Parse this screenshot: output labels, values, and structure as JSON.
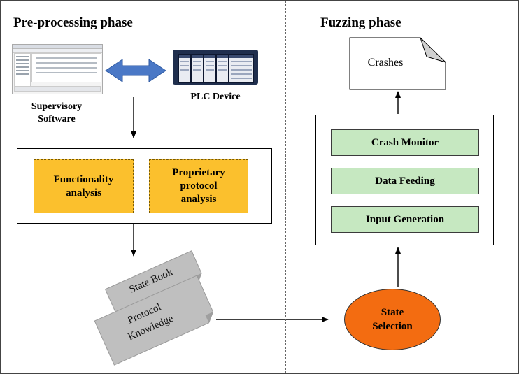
{
  "diagram": {
    "left_phase": {
      "title": "Pre-processing phase",
      "supervisory_label_line1": "Supervisory",
      "supervisory_label_line2": "Software",
      "plc_label": "PLC Device",
      "analysis_boxes": [
        {
          "line1": "Functionality",
          "line2": "analysis"
        },
        {
          "line1": "Proprietary",
          "line2": "protocol",
          "line3": "analysis"
        }
      ],
      "documents": [
        {
          "line1": "State Book"
        },
        {
          "line1": "Protocol",
          "line2": "Knowledge"
        }
      ]
    },
    "right_phase": {
      "title": "Fuzzing phase",
      "crashes_label": "Crashes",
      "modules": [
        "Crash Monitor",
        "Data Feeding",
        "Input Generation"
      ],
      "state_selection_line1": "State",
      "state_selection_line2": "Selection"
    },
    "colors": {
      "analysis_fill": "#fbc02d",
      "module_fill": "#c6e8c1",
      "state_fill": "#f36c11",
      "arrow_blue": "#4a78c6",
      "document_gray": "#bfbfbf"
    }
  }
}
